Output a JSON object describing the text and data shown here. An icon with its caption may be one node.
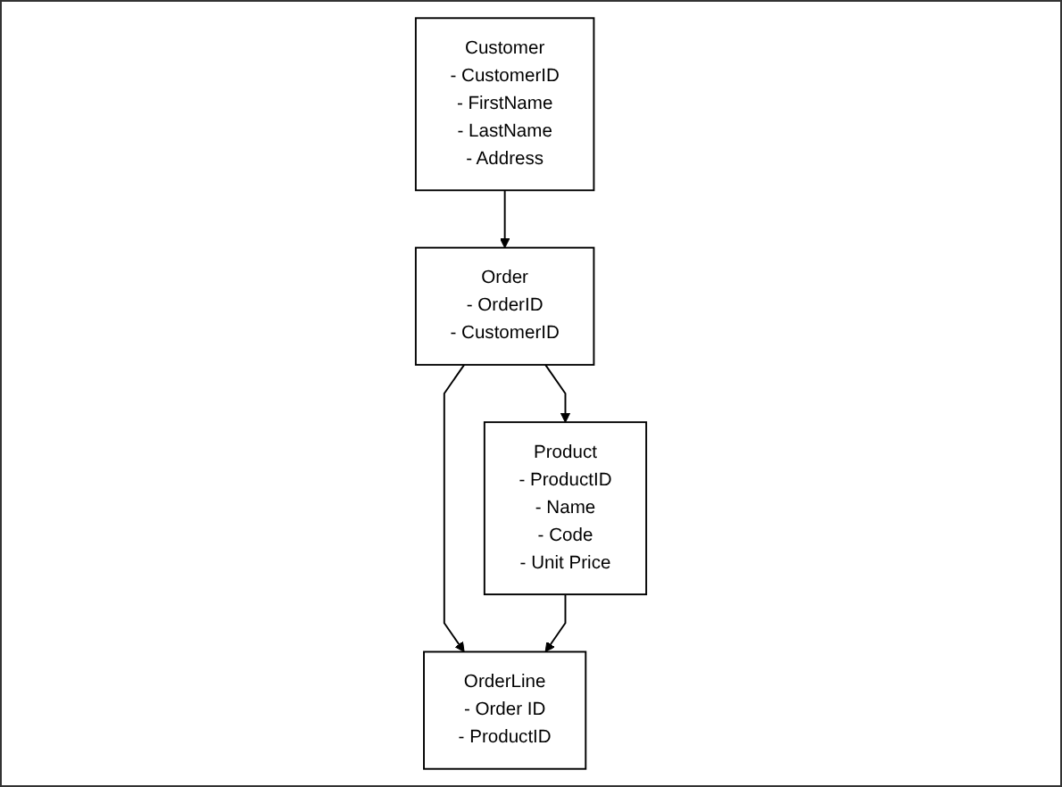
{
  "diagram": {
    "nodes": [
      {
        "text": [
          "Customer",
          "- CustomerID",
          "- FirstName",
          "- LastName",
          "- Address"
        ]
      },
      {
        "text": [
          "Order",
          "- OrderID",
          "- CustomerID"
        ]
      },
      {
        "text": [
          "Product",
          "- ProductID",
          "- Name",
          "- Code",
          "- Unit Price"
        ]
      },
      {
        "text": [
          "OrderLine",
          "- Order ID",
          "- ProductID"
        ]
      }
    ],
    "edges": [
      {
        "from": 0,
        "to": 1,
        "arrow": "to"
      },
      {
        "from": 1,
        "to": 2,
        "arrow": "to"
      },
      {
        "from": 1,
        "to": 3,
        "arrow": "to"
      },
      {
        "from": 2,
        "to": 3,
        "arrow": "to"
      }
    ]
  }
}
